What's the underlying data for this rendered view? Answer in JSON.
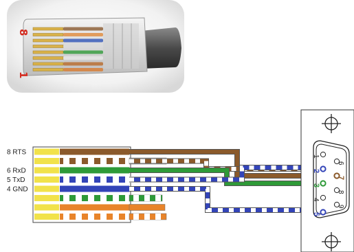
{
  "connector_photo": {
    "pin8_label": "8",
    "pin1_label": "1",
    "wire_colors": [
      "#8a5a30",
      "#e08a3a",
      "#2f55b8",
      "#d9d9d9",
      "#2f9a3a",
      "#e6e6e6",
      "#b86a2a",
      "#d87a30"
    ]
  },
  "rj45_pins": [
    {
      "label": "8 RTS",
      "color": "#8b5a2b",
      "striped": false
    },
    {
      "label": "",
      "color": "#8b5a2b",
      "striped": true
    },
    {
      "label": "6 RxD",
      "color": "#2e9a38",
      "striped": false
    },
    {
      "label": "5 TxD",
      "color": "#3344b8",
      "striped": true
    },
    {
      "label": "4 GND",
      "color": "#3344b8",
      "striped": false
    },
    {
      "label": "",
      "color": "#2e9a38",
      "striped": true
    },
    {
      "label": "",
      "color": "#e8842a",
      "striped": false
    },
    {
      "label": "",
      "color": "#e8842a",
      "striped": true
    }
  ],
  "db9": {
    "pins": [
      "1",
      "2",
      "3",
      "4",
      "5",
      "6",
      "7",
      "8",
      "9"
    ],
    "highlight": [
      {
        "pin": "2",
        "color": "#3344b8"
      },
      {
        "pin": "3",
        "color": "#2e9a38"
      },
      {
        "pin": "5",
        "color": "#3344b8"
      },
      {
        "pin": "7",
        "color": "#8b5a2b"
      }
    ]
  },
  "colors": {
    "copper_yellow": "#f1e24a",
    "connector_body": "#e9e9e9",
    "brown": "#8b5a2b",
    "green": "#2e9a38",
    "blue": "#3344b8",
    "orange": "#e8842a",
    "outline": "#555555"
  }
}
